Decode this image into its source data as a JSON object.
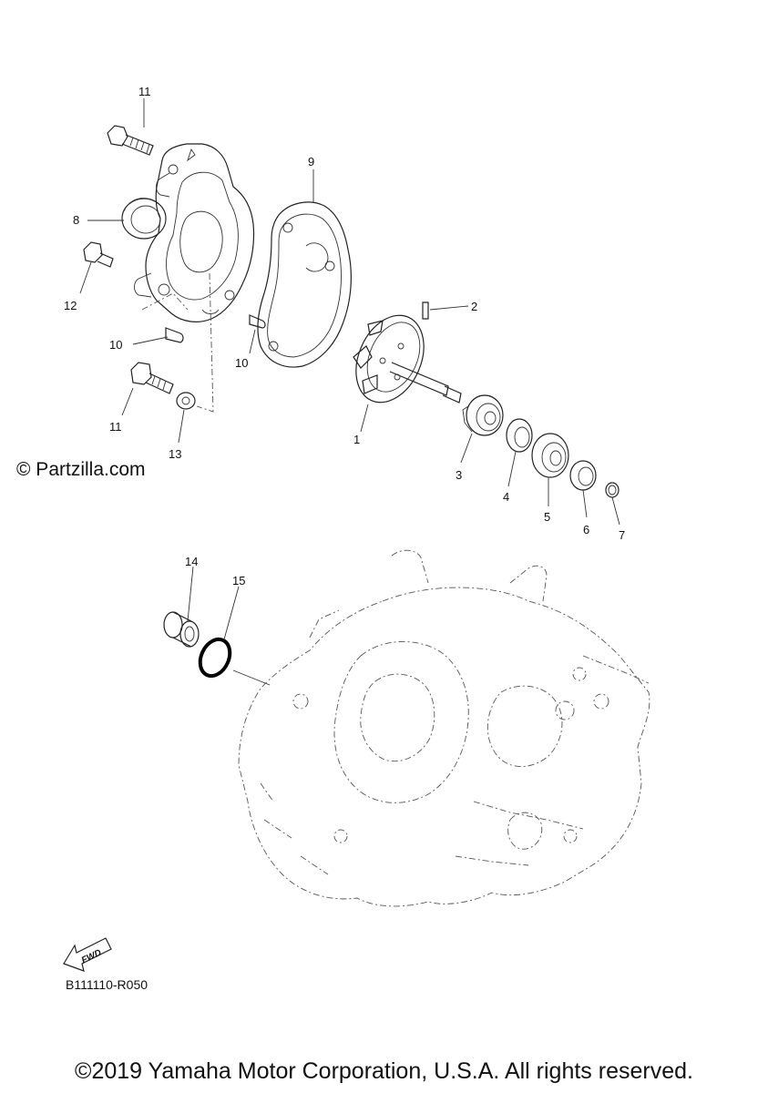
{
  "callouts": [
    {
      "id": "c1",
      "text": "1"
    },
    {
      "id": "c2",
      "text": "2"
    },
    {
      "id": "c3",
      "text": "3"
    },
    {
      "id": "c4",
      "text": "4"
    },
    {
      "id": "c5",
      "text": "5"
    },
    {
      "id": "c6",
      "text": "6"
    },
    {
      "id": "c7",
      "text": "7"
    },
    {
      "id": "c8",
      "text": "8"
    },
    {
      "id": "c9",
      "text": "9"
    },
    {
      "id": "c10a",
      "text": "10"
    },
    {
      "id": "c10b",
      "text": "10"
    },
    {
      "id": "c11a",
      "text": "11"
    },
    {
      "id": "c11b",
      "text": "11"
    },
    {
      "id": "c12",
      "text": "12"
    },
    {
      "id": "c13",
      "text": "13"
    },
    {
      "id": "c14",
      "text": "14"
    },
    {
      "id": "c15",
      "text": "15"
    }
  ],
  "watermark": "© Partzilla.com",
  "fwd_label": "FWD",
  "diagram_code": "B111110-R050",
  "copyright": "©2019 Yamaha Motor Corporation, U.S.A. All rights reserved."
}
